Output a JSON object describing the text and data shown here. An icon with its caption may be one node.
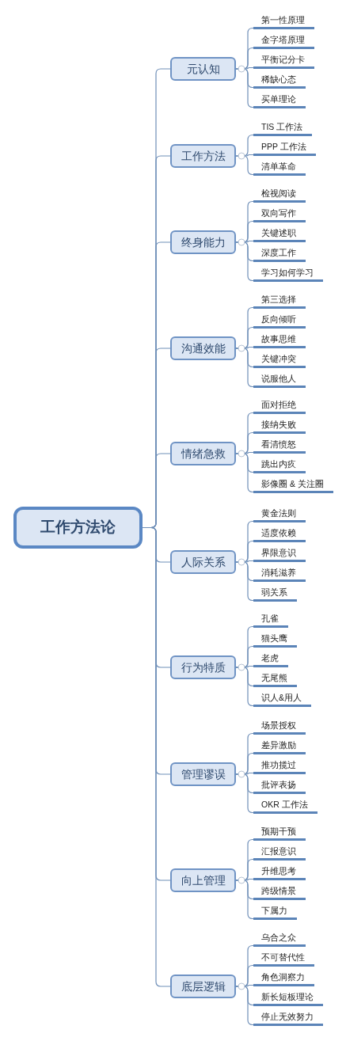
{
  "diagram": {
    "nodes": [
      {
        "text": [
          "工作方法论"
        ]
      },
      {
        "text": [
          "元认知"
        ]
      },
      {
        "text": [
          "第一性原理"
        ]
      },
      {
        "text": [
          "金字塔原理"
        ]
      },
      {
        "text": [
          "平衡记分卡"
        ]
      },
      {
        "text": [
          "稀缺心态"
        ]
      },
      {
        "text": [
          "买单理论"
        ]
      },
      {
        "text": [
          "工作方法"
        ]
      },
      {
        "text": [
          "TIS 工作法"
        ]
      },
      {
        "text": [
          "PPP 工作法"
        ]
      },
      {
        "text": [
          "清单革命"
        ]
      },
      {
        "text": [
          "终身能力"
        ]
      },
      {
        "text": [
          "检视阅读"
        ]
      },
      {
        "text": [
          "双向写作"
        ]
      },
      {
        "text": [
          "关键述职"
        ]
      },
      {
        "text": [
          "深度工作"
        ]
      },
      {
        "text": [
          "学习如何学习"
        ]
      },
      {
        "text": [
          "沟通效能"
        ]
      },
      {
        "text": [
          "第三选择"
        ]
      },
      {
        "text": [
          "反向倾听"
        ]
      },
      {
        "text": [
          "故事思维"
        ]
      },
      {
        "text": [
          "关键冲突"
        ]
      },
      {
        "text": [
          "说服他人"
        ]
      },
      {
        "text": [
          "情绪急救"
        ]
      },
      {
        "text": [
          "面对拒绝"
        ]
      },
      {
        "text": [
          "接纳失败"
        ]
      },
      {
        "text": [
          "看清愤怒"
        ]
      },
      {
        "text": [
          "跳出内疚"
        ]
      },
      {
        "text": [
          "影像圈 & 关注圈"
        ]
      },
      {
        "text": [
          "人际关系"
        ]
      },
      {
        "text": [
          "黄金法则"
        ]
      },
      {
        "text": [
          "适度依赖"
        ]
      },
      {
        "text": [
          "界限意识"
        ]
      },
      {
        "text": [
          "消耗滋养"
        ]
      },
      {
        "text": [
          "弱关系"
        ]
      },
      {
        "text": [
          "行为特质"
        ]
      },
      {
        "text": [
          "孔雀"
        ]
      },
      {
        "text": [
          "猫头鹰"
        ]
      },
      {
        "text": [
          "老虎"
        ]
      },
      {
        "text": [
          "无尾熊"
        ]
      },
      {
        "text": [
          "识人&用人"
        ]
      },
      {
        "text": [
          "管理谬误"
        ]
      },
      {
        "text": [
          "场景授权"
        ]
      },
      {
        "text": [
          "差异激励"
        ]
      },
      {
        "text": [
          "推功揽过"
        ]
      },
      {
        "text": [
          "批评表扬"
        ]
      },
      {
        "text": [
          "OKR 工作法"
        ]
      },
      {
        "text": [
          "向上管理"
        ]
      },
      {
        "text": [
          "预期干预"
        ]
      },
      {
        "text": [
          "汇报意识"
        ]
      },
      {
        "text": [
          "升维思考"
        ]
      },
      {
        "text": [
          "跨级情景"
        ]
      },
      {
        "text": [
          "下属力"
        ]
      },
      {
        "text": [
          "底层逻辑"
        ]
      },
      {
        "text": [
          "乌合之众"
        ]
      },
      {
        "text": [
          "不可替代性"
        ]
      },
      {
        "text": [
          "角色洞察力"
        ]
      },
      {
        "text": [
          "新长短板理论"
        ]
      },
      {
        "text": [
          "停止无效努力"
        ]
      }
    ],
    "edges": [
      {
        "from": 0,
        "to": 1,
        "arrow": "none"
      },
      {
        "from": 1,
        "to": 2,
        "arrow": "none"
      },
      {
        "from": 1,
        "to": 3,
        "arrow": "none"
      },
      {
        "from": 1,
        "to": 4,
        "arrow": "none"
      },
      {
        "from": 1,
        "to": 5,
        "arrow": "none"
      },
      {
        "from": 1,
        "to": 6,
        "arrow": "none"
      },
      {
        "from": 0,
        "to": 7,
        "arrow": "none"
      },
      {
        "from": 7,
        "to": 8,
        "arrow": "none"
      },
      {
        "from": 7,
        "to": 9,
        "arrow": "none"
      },
      {
        "from": 7,
        "to": 10,
        "arrow": "none"
      },
      {
        "from": 0,
        "to": 11,
        "arrow": "none"
      },
      {
        "from": 11,
        "to": 12,
        "arrow": "none"
      },
      {
        "from": 11,
        "to": 13,
        "arrow": "none"
      },
      {
        "from": 11,
        "to": 14,
        "arrow": "none"
      },
      {
        "from": 11,
        "to": 15,
        "arrow": "none"
      },
      {
        "from": 11,
        "to": 16,
        "arrow": "none"
      },
      {
        "from": 0,
        "to": 17,
        "arrow": "none"
      },
      {
        "from": 17,
        "to": 18,
        "arrow": "none"
      },
      {
        "from": 17,
        "to": 19,
        "arrow": "none"
      },
      {
        "from": 17,
        "to": 20,
        "arrow": "none"
      },
      {
        "from": 17,
        "to": 21,
        "arrow": "none"
      },
      {
        "from": 17,
        "to": 22,
        "arrow": "none"
      },
      {
        "from": 0,
        "to": 23,
        "arrow": "none"
      },
      {
        "from": 23,
        "to": 24,
        "arrow": "none"
      },
      {
        "from": 23,
        "to": 25,
        "arrow": "none"
      },
      {
        "from": 23,
        "to": 26,
        "arrow": "none"
      },
      {
        "from": 23,
        "to": 27,
        "arrow": "none"
      },
      {
        "from": 23,
        "to": 28,
        "arrow": "none"
      },
      {
        "from": 0,
        "to": 29,
        "arrow": "none"
      },
      {
        "from": 29,
        "to": 30,
        "arrow": "none"
      },
      {
        "from": 29,
        "to": 31,
        "arrow": "none"
      },
      {
        "from": 29,
        "to": 32,
        "arrow": "none"
      },
      {
        "from": 29,
        "to": 33,
        "arrow": "none"
      },
      {
        "from": 29,
        "to": 34,
        "arrow": "none"
      },
      {
        "from": 0,
        "to": 35,
        "arrow": "none"
      },
      {
        "from": 35,
        "to": 36,
        "arrow": "none"
      },
      {
        "from": 35,
        "to": 37,
        "arrow": "none"
      },
      {
        "from": 35,
        "to": 38,
        "arrow": "none"
      },
      {
        "from": 35,
        "to": 39,
        "arrow": "none"
      },
      {
        "from": 35,
        "to": 40,
        "arrow": "none"
      },
      {
        "from": 0,
        "to": 41,
        "arrow": "none"
      },
      {
        "from": 41,
        "to": 42,
        "arrow": "none"
      },
      {
        "from": 41,
        "to": 43,
        "arrow": "none"
      },
      {
        "from": 41,
        "to": 44,
        "arrow": "none"
      },
      {
        "from": 41,
        "to": 45,
        "arrow": "none"
      },
      {
        "from": 41,
        "to": 46,
        "arrow": "none"
      },
      {
        "from": 0,
        "to": 47,
        "arrow": "none"
      },
      {
        "from": 47,
        "to": 48,
        "arrow": "none"
      },
      {
        "from": 47,
        "to": 49,
        "arrow": "none"
      },
      {
        "from": 47,
        "to": 50,
        "arrow": "none"
      },
      {
        "from": 47,
        "to": 51,
        "arrow": "none"
      },
      {
        "from": 47,
        "to": 52,
        "arrow": "none"
      },
      {
        "from": 0,
        "to": 53,
        "arrow": "none"
      },
      {
        "from": 53,
        "to": 54,
        "arrow": "none"
      },
      {
        "from": 53,
        "to": 55,
        "arrow": "none"
      },
      {
        "from": 53,
        "to": 56,
        "arrow": "none"
      },
      {
        "from": 53,
        "to": 57,
        "arrow": "none"
      },
      {
        "from": 53,
        "to": 58,
        "arrow": "none"
      }
    ]
  }
}
